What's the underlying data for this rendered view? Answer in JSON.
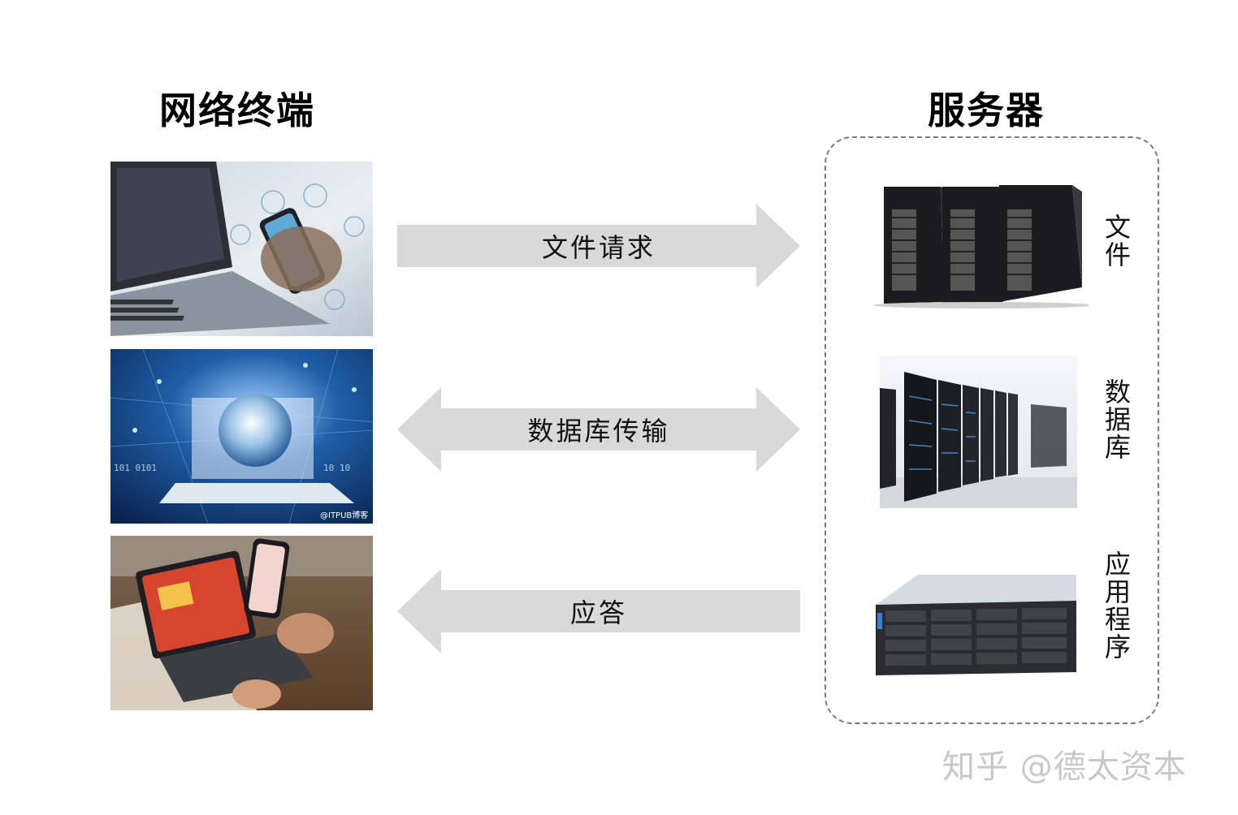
{
  "headings": {
    "left": "网络终端",
    "right": "服务器"
  },
  "arrows": [
    {
      "label": "文件请求",
      "direction": "right"
    },
    {
      "label": "数据库传输",
      "direction": "both"
    },
    {
      "label": "应答",
      "direction": "left"
    }
  ],
  "server_labels": {
    "file": "文件",
    "database": "数据库",
    "application": "应用程序"
  },
  "image_captions": {
    "network_photo": "@ITPUB博客"
  },
  "watermark": "知乎 @德太资本",
  "icons": {
    "terminal_1": "laptop-phone-photo",
    "terminal_2": "globe-laptop-photo",
    "terminal_3": "tablet-phone-photo",
    "server_1": "tower-servers-photo",
    "server_2": "server-racks-photo",
    "server_3": "rack-server-photo"
  },
  "colors": {
    "arrow_fill": "#d9d9d9",
    "box_border": "#7a7a7a",
    "watermark": "#c8c8c8"
  }
}
